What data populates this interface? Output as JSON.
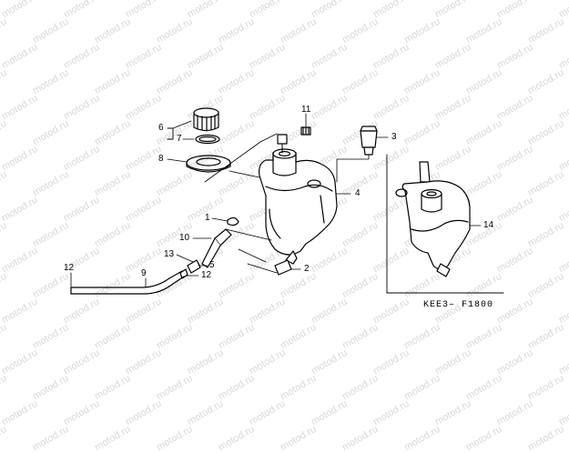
{
  "watermark": "motod.ru",
  "callouts": {
    "c1": "1",
    "c2": "2",
    "c3": "3",
    "c4": "4",
    "c5": "5",
    "c6": "6",
    "c7": "7",
    "c8": "8",
    "c9": "9",
    "c10": "10",
    "c11": "11",
    "c12a": "12",
    "c12b": "12",
    "c13": "13",
    "c14": "14"
  },
  "diagram_code": "KEE3– F1800"
}
